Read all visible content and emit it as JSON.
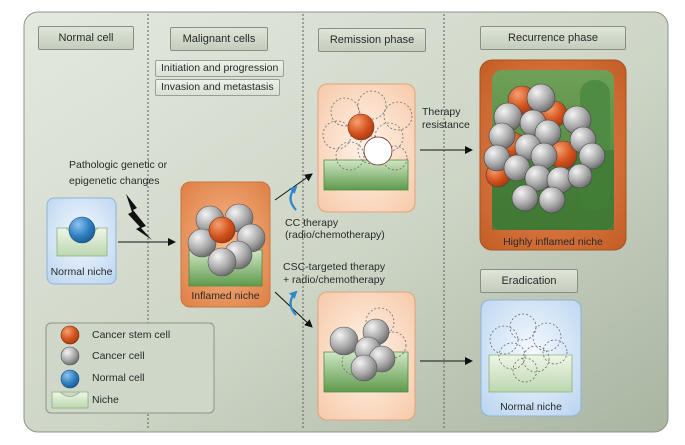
{
  "phases": {
    "normal_cell": "Normal cell",
    "malignant_cells": "Malignant cells",
    "remission_phase": "Remission phase",
    "recurrence_phase": "Recurrence phase",
    "eradication": "Eradication"
  },
  "tags": {
    "initiation": "Initiation and progression",
    "invasion": "Invasion and metastasis"
  },
  "annotations": {
    "pathologic_line1": "Pathologic genetic or",
    "pathologic_line2": "epigenetic changes",
    "therapy_resistance_line1": "Therapy",
    "therapy_resistance_line2": "resistance",
    "cc_therapy_line1": "CC therapy",
    "cc_therapy_line2": "(radio/chemotherapy)",
    "csc_therapy_line1": "CSC-targeted therapy",
    "csc_therapy_line2": "+ radio/chemotherapy"
  },
  "niches": {
    "normal_niche": "Normal niche",
    "inflamed_niche": "Inflamed niche",
    "highly_inflamed_niche": "Highly inflamed niche",
    "eradication_niche": "Normal niche"
  },
  "legend": {
    "cancer_stem_cell": "Cancer stem cell",
    "cancer_cell": "Cancer cell",
    "normal_cell": "Normal cell",
    "niche": "Niche"
  },
  "colors": {
    "cancer_stem_cell": "#d4531d",
    "cancer_cell": "#9a9a9a",
    "normal_cell": "#2f7fc0",
    "niche": "#6fa55a",
    "inflamed": "#e38a4f",
    "background": "#c9d1c3"
  }
}
